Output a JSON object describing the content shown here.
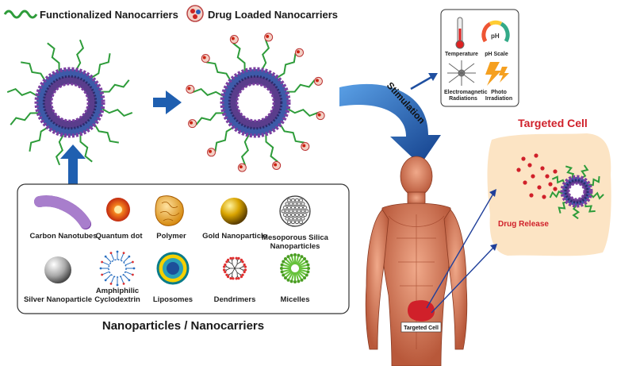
{
  "legend": {
    "functionalized_label": "Functionalized Nanocarriers",
    "drug_loaded_label": "Drug Loaded Nanocarriers"
  },
  "flow": {
    "stimulation_label": "Stimulation"
  },
  "stimuli": {
    "items": [
      {
        "label": "Temperature",
        "icon": "thermometer-icon"
      },
      {
        "label": "pH Scale",
        "icon": "ph-scale-icon"
      },
      {
        "label": "Electromagnetic Radiations",
        "icon": "electromagnetic-icon"
      },
      {
        "label": "Photo Irradiation",
        "icon": "lightning-icon"
      }
    ]
  },
  "target": {
    "title": "Targeted Cell",
    "drug_release_label": "Drug Release",
    "body_label": "Targeted Cell"
  },
  "nanoparticles": {
    "caption": "Nanoparticles / Nanocarriers",
    "items": [
      {
        "label": "Carbon Nanotubes",
        "icon": "carbon-nanotube-icon"
      },
      {
        "label": "Quantum dot",
        "icon": "quantum-dot-icon"
      },
      {
        "label": "Polymer",
        "icon": "polymer-icon"
      },
      {
        "label": "Gold Nanoparticle",
        "icon": "gold-nanoparticle-icon"
      },
      {
        "label": "Mesoporous Silica Nanoparticles",
        "icon": "mesoporous-silica-icon"
      },
      {
        "label": "Silver Nanoparticle",
        "icon": "silver-nanoparticle-icon"
      },
      {
        "label": "Amphiphilic Cyclodextrin",
        "icon": "cyclodextrin-icon"
      },
      {
        "label": "Liposomes",
        "icon": "liposome-icon"
      },
      {
        "label": "Dendrimers",
        "icon": "dendrimer-icon"
      },
      {
        "label": "Micelles",
        "icon": "micelle-icon"
      }
    ]
  },
  "colors": {
    "arrow_blue": "#1f5fb0",
    "ligand_green": "#2e9c3a",
    "membrane_purple": "#7b3fa0",
    "cell_fill": "#fce4c4",
    "target_red": "#d0202a"
  }
}
